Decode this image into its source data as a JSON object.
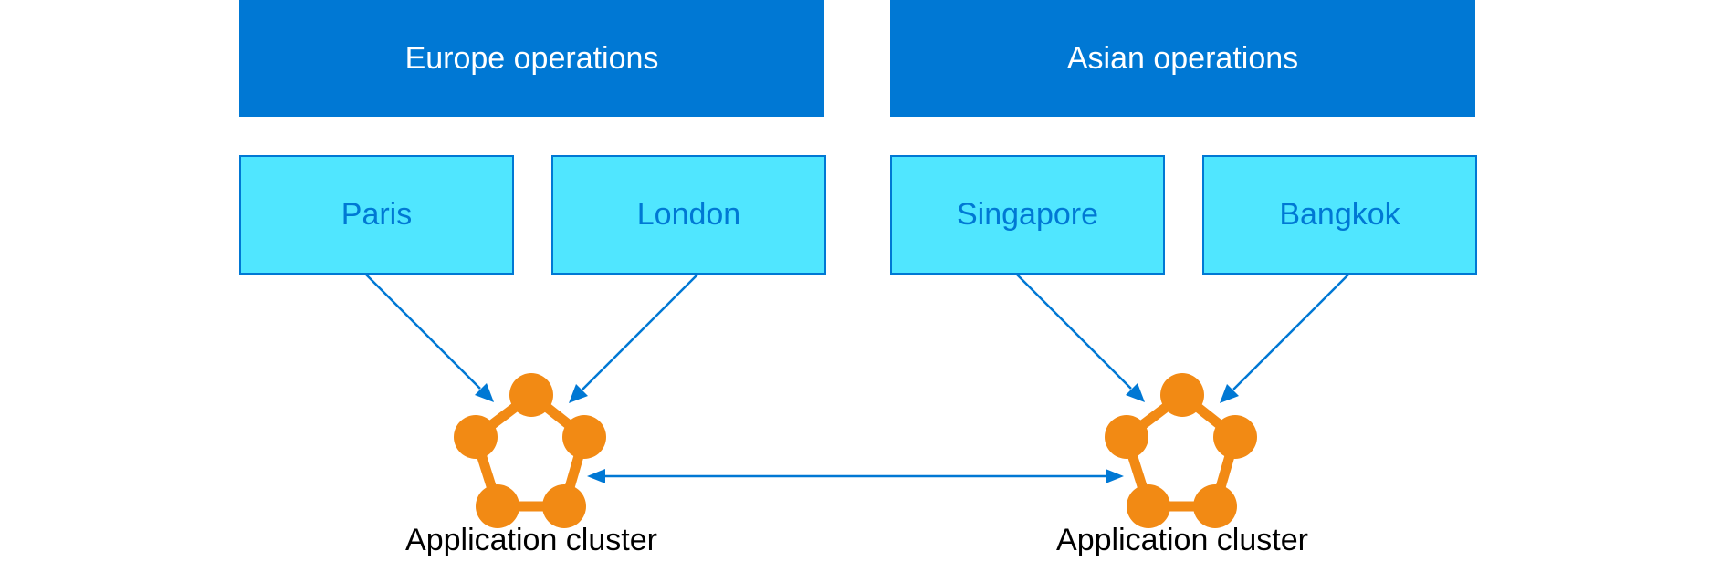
{
  "regions": [
    {
      "label": "Europe operations",
      "cities": [
        "Paris",
        "London"
      ],
      "cluster_label": "Application cluster"
    },
    {
      "label": "Asian operations",
      "cities": [
        "Singapore",
        "Bangkok"
      ],
      "cluster_label": "Application cluster"
    }
  ],
  "colors": {
    "region_fill": "#0078d4",
    "region_text": "#ffffff",
    "city_fill": "#50e6ff",
    "city_border": "#0078d4",
    "city_text": "#0078d4",
    "arrow": "#0078d4",
    "cluster": "#f28a14",
    "cluster_text": "#000000"
  },
  "icons": [
    "application-cluster-icon"
  ]
}
